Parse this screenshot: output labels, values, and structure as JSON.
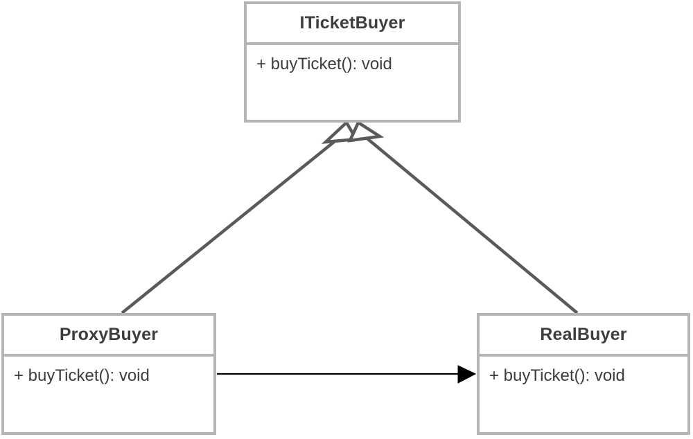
{
  "diagram": {
    "type": "uml-class-diagram",
    "title": "Proxy Pattern Class Diagram",
    "background_color": "#ffffff",
    "border_color": "#b5b5b5",
    "text_color": "#3d3d3d",
    "generalization_color": "#5a5a5a",
    "association_color": "#000000",
    "classes": [
      {
        "id": "iticketbuyer",
        "name": "ITicketBuyer",
        "stereotype": "interface",
        "members": [
          {
            "visibility": "+",
            "text": "+ buyTicket(): void"
          }
        ]
      },
      {
        "id": "proxybuyer",
        "name": "ProxyBuyer",
        "stereotype": "class",
        "members": [
          {
            "visibility": "+",
            "text": "+ buyTicket(): void"
          }
        ]
      },
      {
        "id": "realbuyer",
        "name": "RealBuyer",
        "stereotype": "class",
        "members": [
          {
            "visibility": "+",
            "text": "+ buyTicket(): void"
          }
        ]
      }
    ],
    "relationships": [
      {
        "id": "gen-proxy-to-interface",
        "kind": "generalization",
        "from": "ProxyBuyer",
        "to": "ITicketBuyer",
        "label": "",
        "arrowhead": "hollow-triangle"
      },
      {
        "id": "gen-real-to-interface",
        "kind": "generalization",
        "from": "RealBuyer",
        "to": "ITicketBuyer",
        "label": "",
        "arrowhead": "hollow-triangle"
      },
      {
        "id": "assoc-proxy-to-real",
        "kind": "association",
        "from": "ProxyBuyer",
        "to": "RealBuyer",
        "label": "",
        "arrowhead": "solid-triangle"
      }
    ]
  }
}
